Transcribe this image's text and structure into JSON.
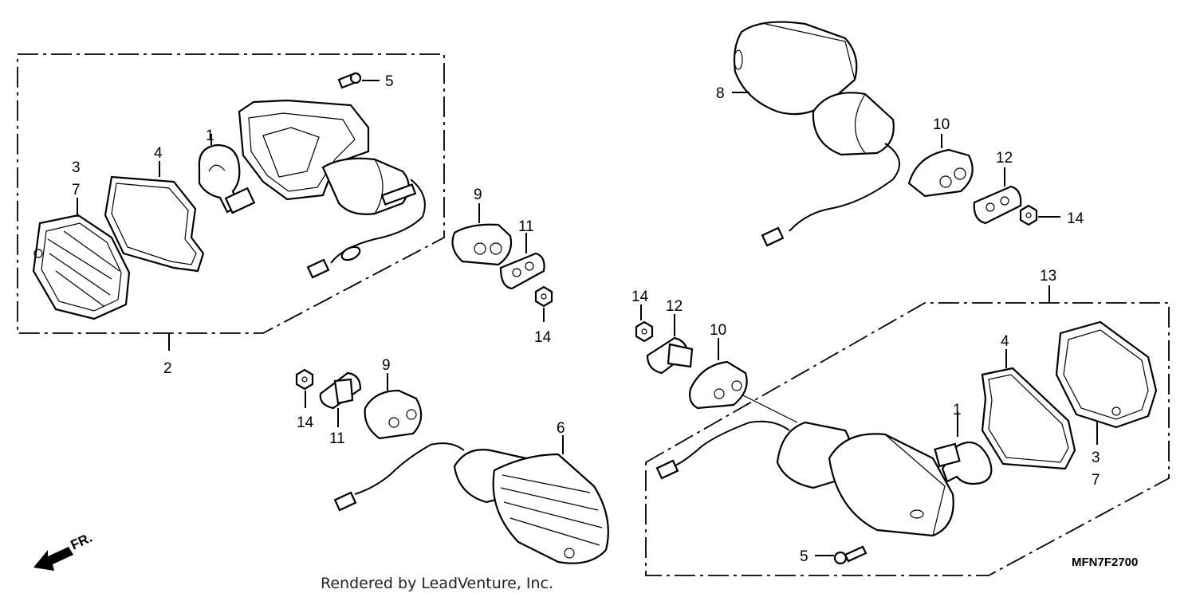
{
  "diagram_code": "MFN7F2700",
  "credit": "Rendered by LeadVenture, Inc.",
  "direction_label": "FR.",
  "callouts": {
    "bulb_front": "1",
    "assembly_front": "2",
    "lens_front_a": "3",
    "lens_front_b": "7",
    "gasket_front": "4",
    "screw_front": "5",
    "rear_right_light": "6",
    "rear_left_light": "8",
    "spacer_front": "9",
    "spacer_front_lower": "9",
    "spacer_rear_top": "10",
    "spacer_rear_mid": "10",
    "collar_front": "11",
    "collar_front_lower": "11",
    "collar_rear_top": "12",
    "collar_rear_mid": "12",
    "assembly_rear": "13",
    "nut_front": "14",
    "nut_top": "14",
    "nut_mid": "14",
    "nut_lower": "14",
    "bulb_rear": "1",
    "lens_rear_a": "3",
    "lens_rear_b": "7",
    "gasket_rear": "4",
    "screw_rear": "5"
  }
}
